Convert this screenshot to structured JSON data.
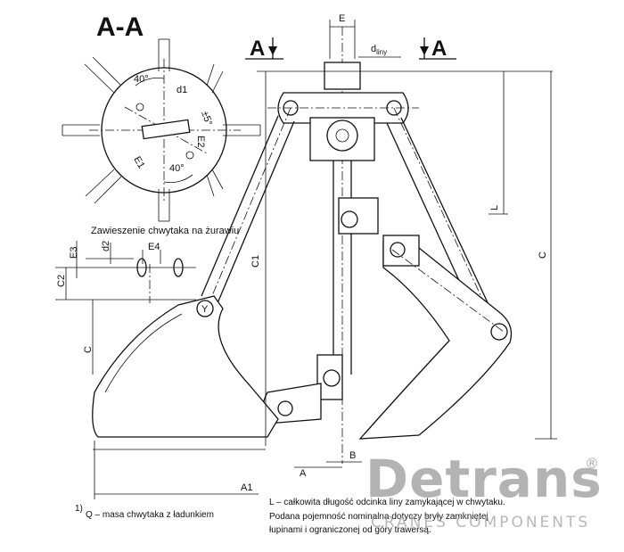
{
  "section_title": "A-A",
  "section_markers": [
    "A",
    "A"
  ],
  "labels": {
    "E": "E",
    "d_liny": "d",
    "d_liny_sub": "liny",
    "angle_top": "40°",
    "angle_bottom": "40°",
    "d1": "d1",
    "five_deg": "±5°",
    "E2": "E2",
    "E1": "E1",
    "E3": "E3",
    "d2": "d2",
    "E4": "E4",
    "C2": "C2",
    "C_left": "C",
    "C1": "C1",
    "L": "L",
    "C": "C",
    "A": "A",
    "B": "B",
    "A1": "A1",
    "zawieszenie": "Zawieszenie chwytaka na żurawiu"
  },
  "notes": {
    "footnote_mark": "1)",
    "footnote": "Q – masa chwytaka z ładunkiem",
    "legend_L": "L – całkowita długość odcinka liny  zamykającej w chwytaku.",
    "legend_2": "Podana pojemność nominalna dotyczy bryły zamkniętej",
    "legend_3": "łupinami i ograniczonej od góry trawersą."
  },
  "logo": {
    "word": "Detrans",
    "registered": "®",
    "tagline": "CRANES COMPONENTS"
  }
}
